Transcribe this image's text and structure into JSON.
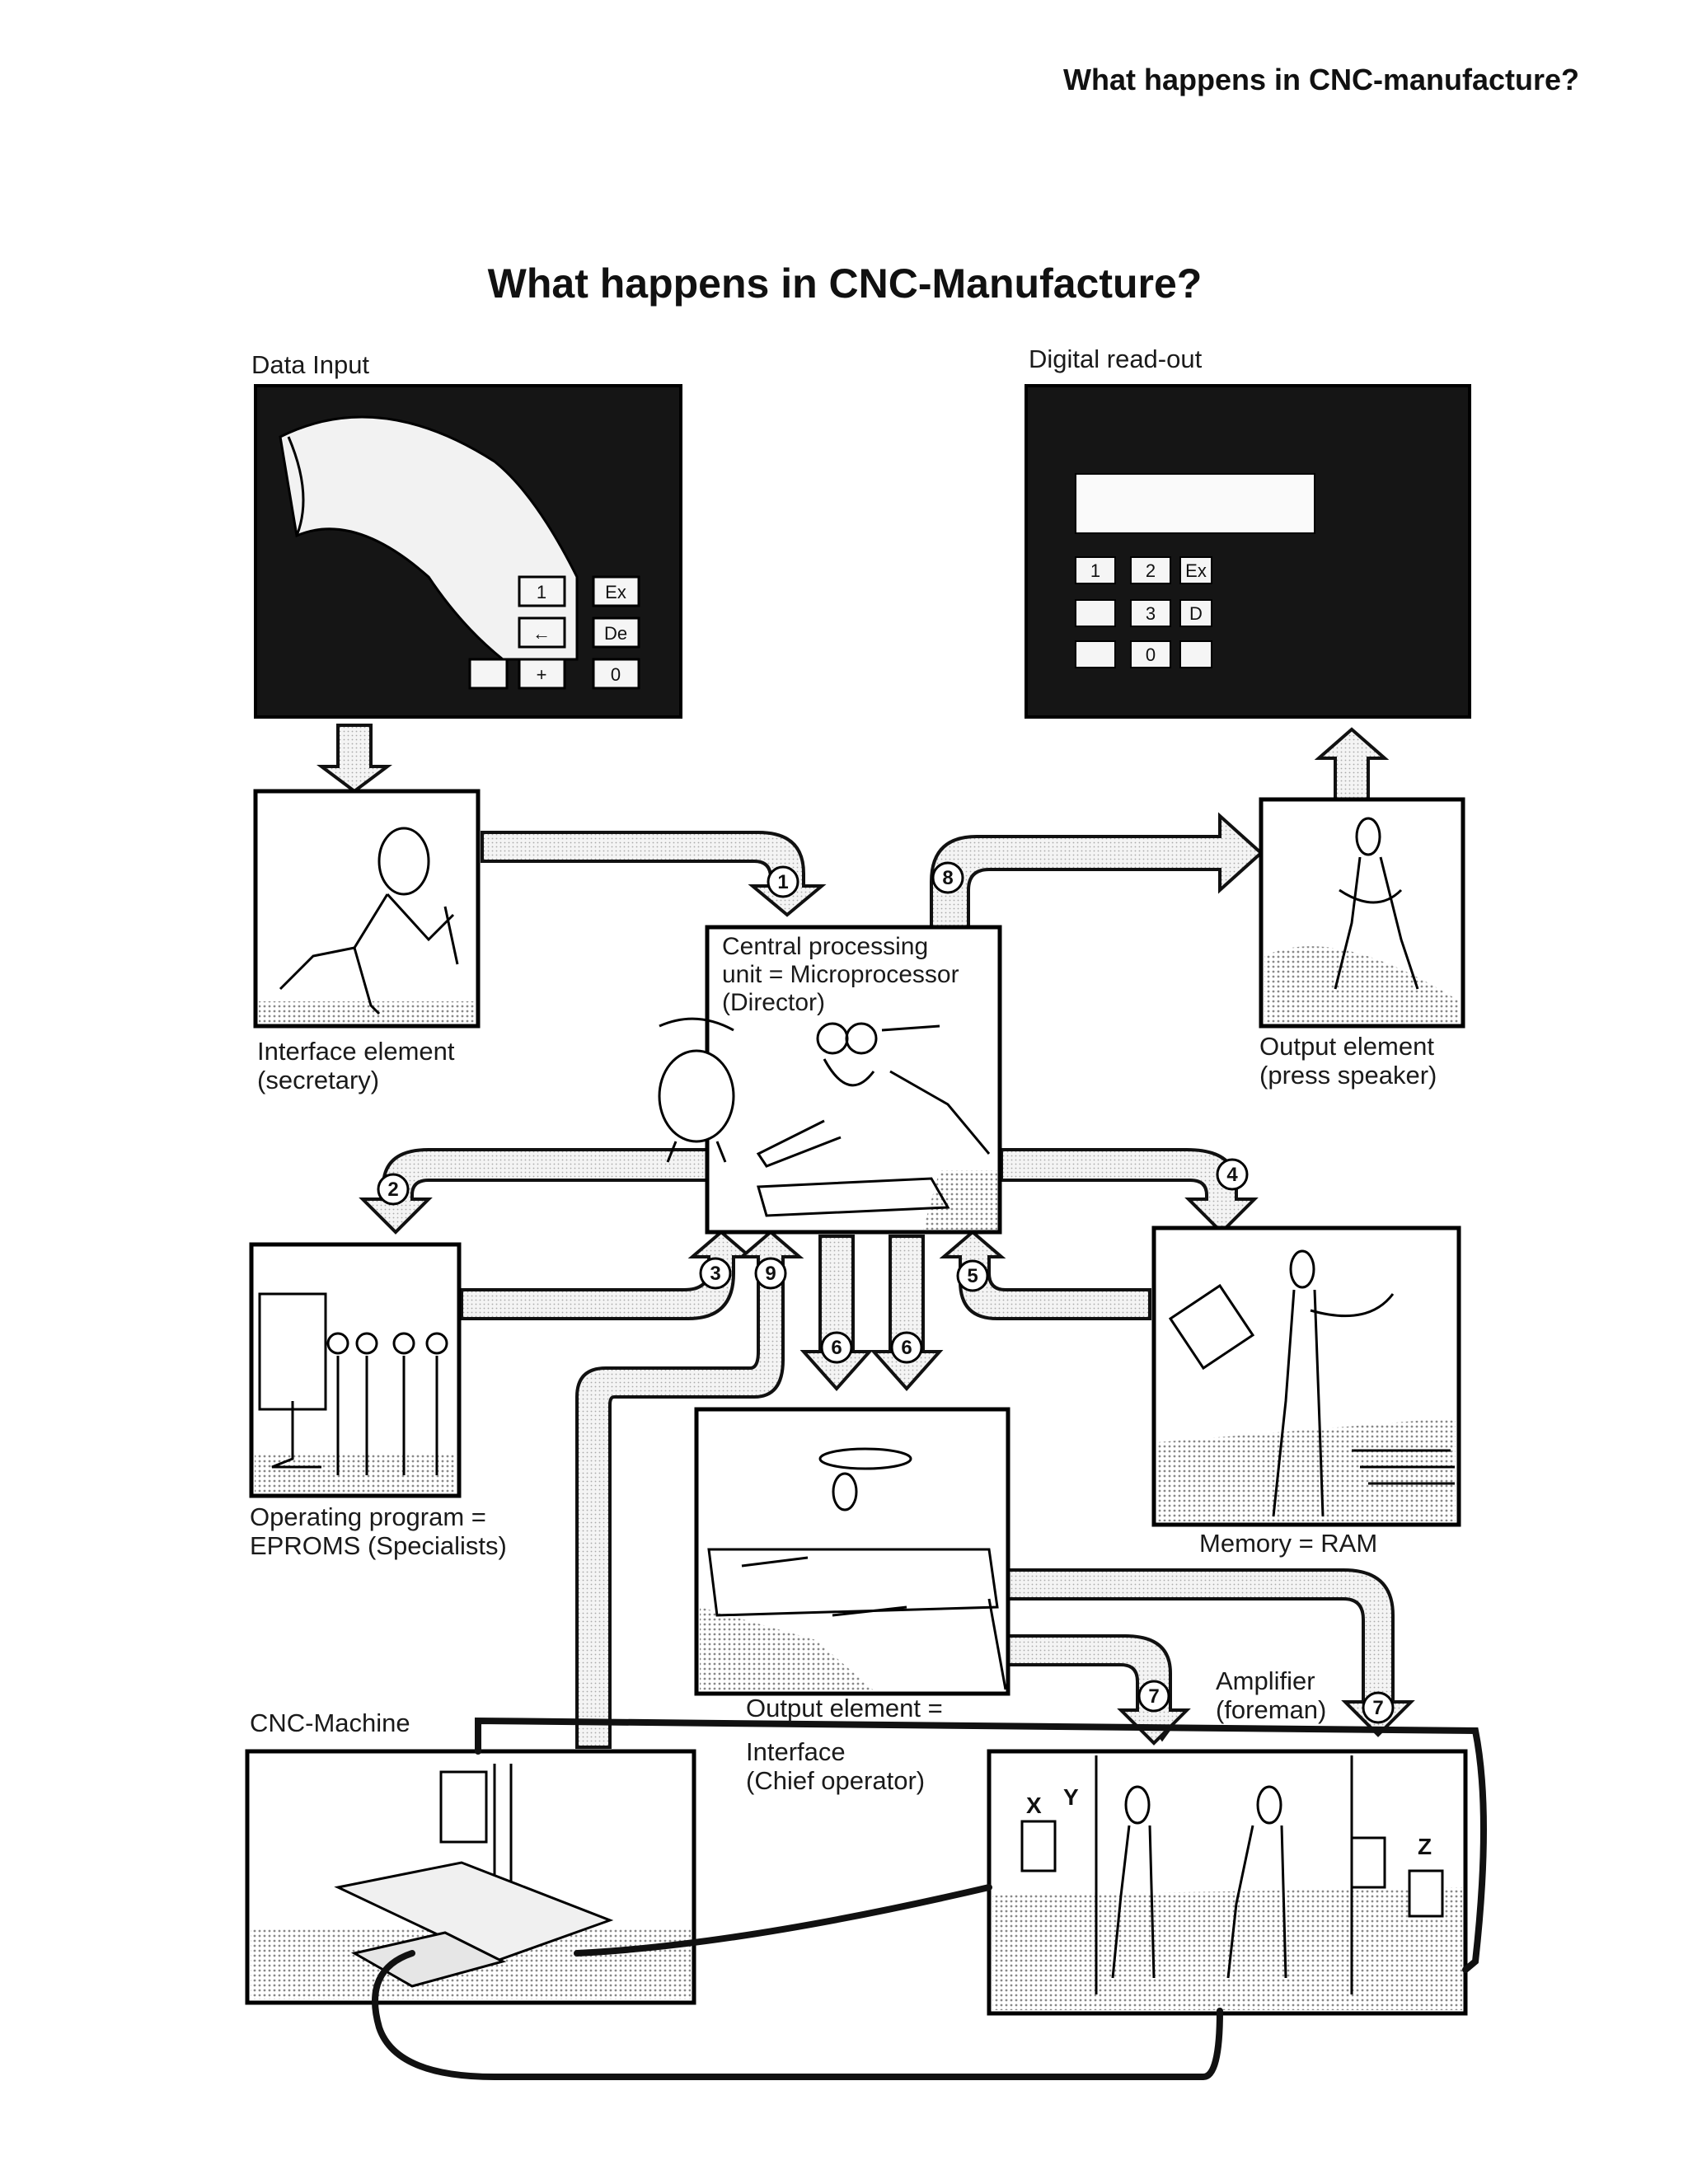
{
  "running_head": "What happens in CNC-manufacture?",
  "title": "What happens in CNC-Manufacture?",
  "labels": {
    "data_input": "Data Input",
    "digital_readout": "Digital read-out",
    "interface_element": [
      "Interface element",
      "(secretary)"
    ],
    "cpu": [
      "Central processing",
      "unit = Microprocessor",
      "(Director)"
    ],
    "output_element_top": [
      "Output element",
      "(press speaker)"
    ],
    "operating_program": [
      "Operating program =",
      "EPROMS (Specialists)"
    ],
    "memory": "Memory = RAM",
    "output_interface": [
      "Output element =",
      "Interface",
      "(Chief operator)"
    ],
    "amplifier": [
      "Amplifier",
      "(foreman)"
    ],
    "cnc_machine": "CNC-Machine"
  },
  "keypad_input": [
    "1",
    "Ex",
    "←",
    "De",
    "+",
    "0"
  ],
  "keypad_readout": [
    "1",
    "2",
    "Ex",
    "3",
    "D",
    "0"
  ],
  "axis_labels": [
    "X",
    "Y",
    "Z"
  ],
  "step_numbers": [
    "1",
    "2",
    "3",
    "4",
    "5",
    "6",
    "6",
    "7",
    "7",
    "8",
    "9"
  ]
}
